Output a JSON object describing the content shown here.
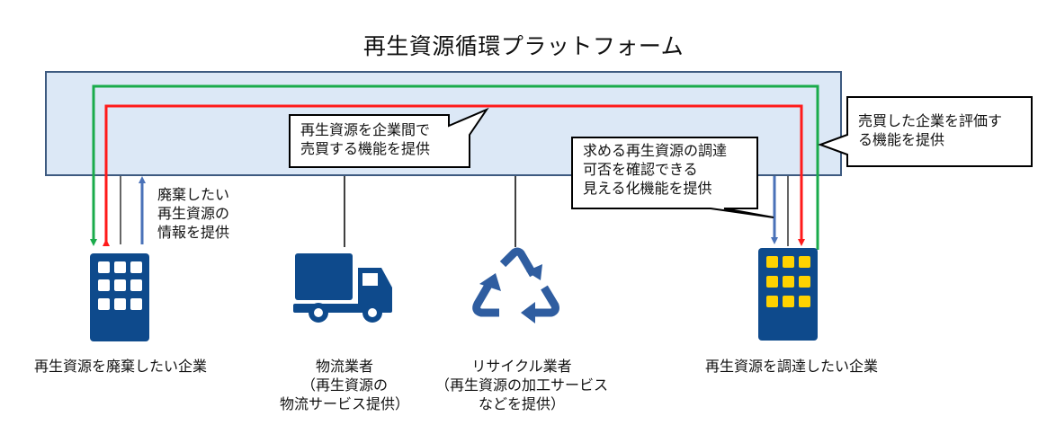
{
  "title": "再生資源循環プラットフォーム",
  "colors": {
    "platform_fill": "#dce8f6",
    "platform_border": "#3d5a80",
    "green_arrow": "#1aab4b",
    "red_arrow": "#ff1a1a",
    "blue_arrow": "#4a72b8",
    "icon_blue": "#0e4a8c",
    "window_yellow": "#ffd200",
    "window_white": "#ffffff"
  },
  "callouts": {
    "trade": "再生資源を企業間で\n売買する機能を提供",
    "visualize": "求める再生資源の調達\n可否を確認できる\n見える化機能を提供",
    "evaluate": "売買した企業を評価す\nる機能を提供"
  },
  "arrow_labels": {
    "disposal_info": "廃棄したい\n再生資源の\n情報を提供"
  },
  "actors": [
    {
      "id": "disposer",
      "icon": "building-icon",
      "label": "再生資源を廃棄したい企業"
    },
    {
      "id": "logistics",
      "icon": "truck-icon",
      "label": "物流業者\n（再生資源の\n物流サービス提供）"
    },
    {
      "id": "recycler",
      "icon": "recycle-icon",
      "label": "リサイクル業者\n（再生資源の加工サービス\nなどを提供）"
    },
    {
      "id": "procurer",
      "icon": "building-icon",
      "label": "再生資源を調達したい企業"
    }
  ]
}
